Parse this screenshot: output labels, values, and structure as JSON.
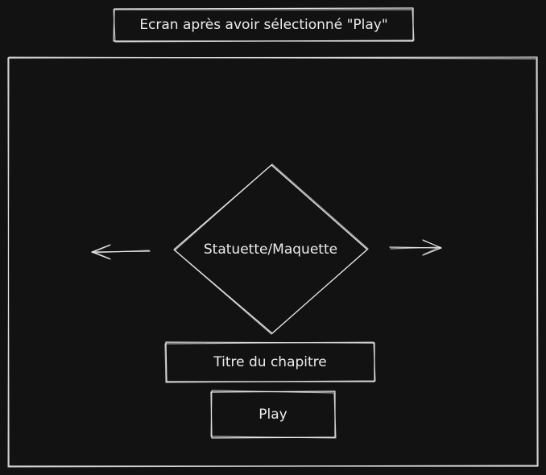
{
  "screen_title": "Ecran après avoir sélectionné \"Play\"",
  "center_item": "Statuette/Maquette",
  "chapter_title": "Titre du chapitre",
  "play_label": "Play",
  "icons": {
    "left": "arrow-left-icon",
    "right": "arrow-right-icon"
  },
  "colors": {
    "background": "#121212",
    "stroke": "#e6e6e6"
  }
}
